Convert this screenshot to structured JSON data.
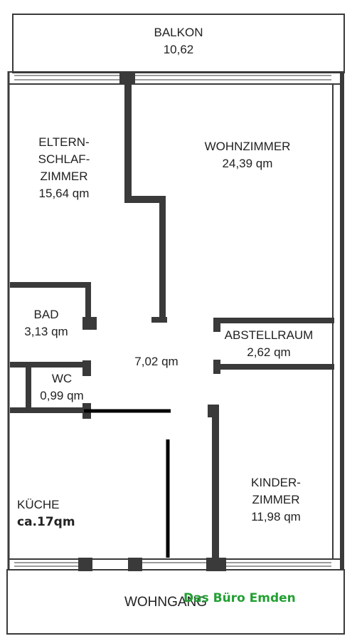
{
  "rooms": {
    "balkon": {
      "name": "BALKON",
      "area": "10,62"
    },
    "wohnzimmer": {
      "name": "WOHNZIMMER",
      "area": "24,39 qm"
    },
    "elternschlafzimmer": {
      "name_line1": "ELTERN-",
      "name_line2": "SCHLAF-",
      "name_line3": "ZIMMER",
      "area": "15,64 qm"
    },
    "bad": {
      "name": "BAD",
      "area": "3,13 qm"
    },
    "flur": {
      "area": "7,02 qm"
    },
    "abstellraum": {
      "name": "ABSTELLRAUM",
      "area": "2,62 qm"
    },
    "wc": {
      "name": "WC",
      "area": "0,99 qm"
    },
    "kueche": {
      "name": "KÜCHE",
      "area": "ca.17qm"
    },
    "kinderzimmer": {
      "name_line1": "KINDER-",
      "name_line2": "ZIMMER",
      "area": "11,98 qm"
    },
    "wohngang": {
      "name": "WOHNGANG"
    }
  },
  "watermark": "Das Büro Emden",
  "colors": {
    "wall": "#3a3a3a",
    "thin_line": "#555555",
    "watermark": "#22a033",
    "annotation": "#000000"
  }
}
